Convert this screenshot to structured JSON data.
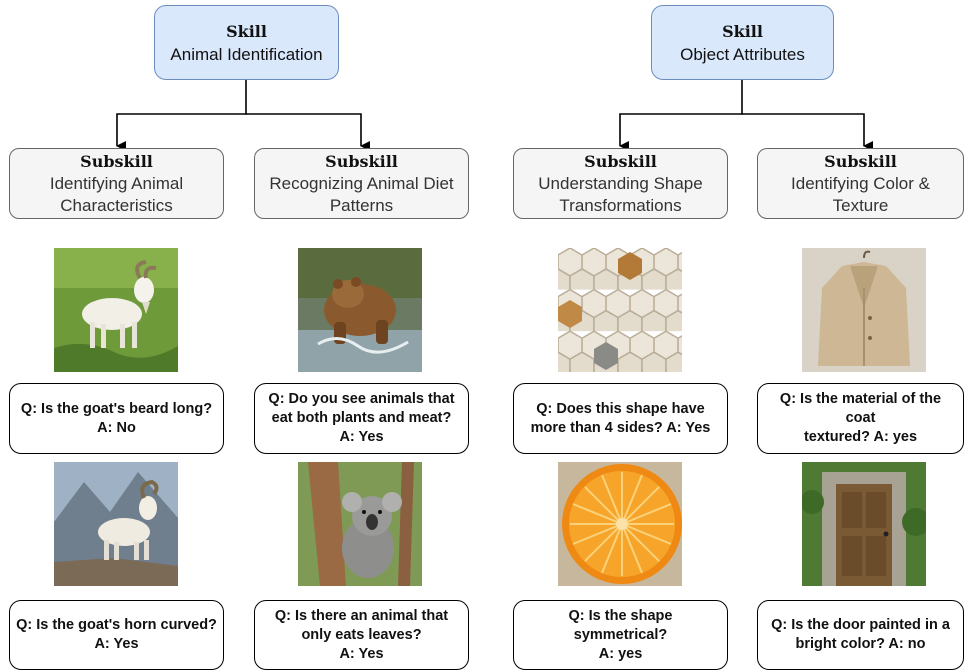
{
  "skills": [
    {
      "heading": "Skill",
      "name": "Animal Identification"
    },
    {
      "heading": "Skill",
      "name": "Object Attributes"
    }
  ],
  "subskills": [
    {
      "heading": "Subskill",
      "line1": "Identifying Animal",
      "line2": "Characteristics"
    },
    {
      "heading": "Subskill",
      "line1": "Recognizing Animal Diet",
      "line2": "Patterns"
    },
    {
      "heading": "Subskill",
      "line1": "Understanding Shape",
      "line2": "Transformations"
    },
    {
      "heading": "Subskill",
      "line1": "Identifying Color &",
      "line2": "Texture"
    }
  ],
  "questions": [
    {
      "q": "Q: Is the goat's beard long?",
      "a": "A: No"
    },
    {
      "q": "Q: Do you see animals that",
      "q2": "eat both plants and meat?",
      "a": "A: Yes"
    },
    {
      "q": "Q: Does this shape have",
      "q2": "more than 4 sides? A: Yes"
    },
    {
      "q": "Q: Is the material of the coat",
      "q2": "textured? A: yes"
    },
    {
      "q": "Q: Is the goat's horn curved?",
      "a": "A: Yes"
    },
    {
      "q": "Q: Is there an animal that",
      "q2": "only eats leaves?",
      "a": "A: Yes"
    },
    {
      "q": "Q: Is the shape symmetrical?",
      "a": "A: yes"
    },
    {
      "q": "Q: Is the door painted in a",
      "q2": "bright color? A: no"
    }
  ],
  "images": [
    "goat-on-grass",
    "bear-in-water",
    "hexagon-tiles",
    "beige-coat",
    "mountain-goat",
    "koala-on-tree",
    "orange-slice",
    "wooden-door"
  ]
}
